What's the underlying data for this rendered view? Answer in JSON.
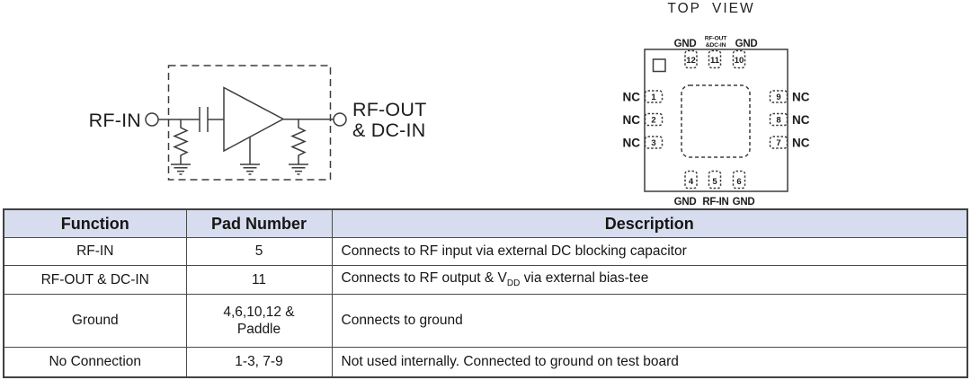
{
  "colors": {
    "header_bg": "#d7ddee",
    "table_border": "#4a4a4c",
    "line": "#3d3d3d",
    "text": "#1c1c1c"
  },
  "schematic": {
    "input_label": "RF-IN",
    "output_label_line1": "RF-OUT",
    "output_label_line2": "& DC-IN"
  },
  "package": {
    "title": "TOP VIEW",
    "nc_label": "NC",
    "top_labels": {
      "left": "GND",
      "mid_line1": "RF-OUT",
      "mid_line2": "&DC-IN",
      "right": "GND"
    },
    "bottom_labels": {
      "left": "GND",
      "mid": "RF-IN",
      "right": "GND"
    },
    "pads": {
      "top": [
        "12",
        "11",
        "10"
      ],
      "left": [
        "1",
        "2",
        "3"
      ],
      "right": [
        "9",
        "8",
        "7"
      ],
      "bottom": [
        "4",
        "5",
        "6"
      ]
    }
  },
  "table": {
    "headers": [
      "Function",
      "Pad Number",
      "Description"
    ],
    "rows": [
      {
        "function": "RF-IN",
        "pad": "5",
        "description": "Connects to RF input via external DC blocking capacitor"
      },
      {
        "function": "RF-OUT & DC-IN",
        "pad": "11",
        "description_pre": "Connects to RF output & V",
        "description_sub": "DD",
        "description_post": " via external bias-tee"
      },
      {
        "function": "Ground",
        "pad_line1": "4,6,10,12 &",
        "pad_line2": "Paddle",
        "description": "Connects to ground"
      },
      {
        "function": "No Connection",
        "pad": "1-3, 7-9",
        "description": "Not used internally. Connected to ground on test board"
      }
    ]
  }
}
